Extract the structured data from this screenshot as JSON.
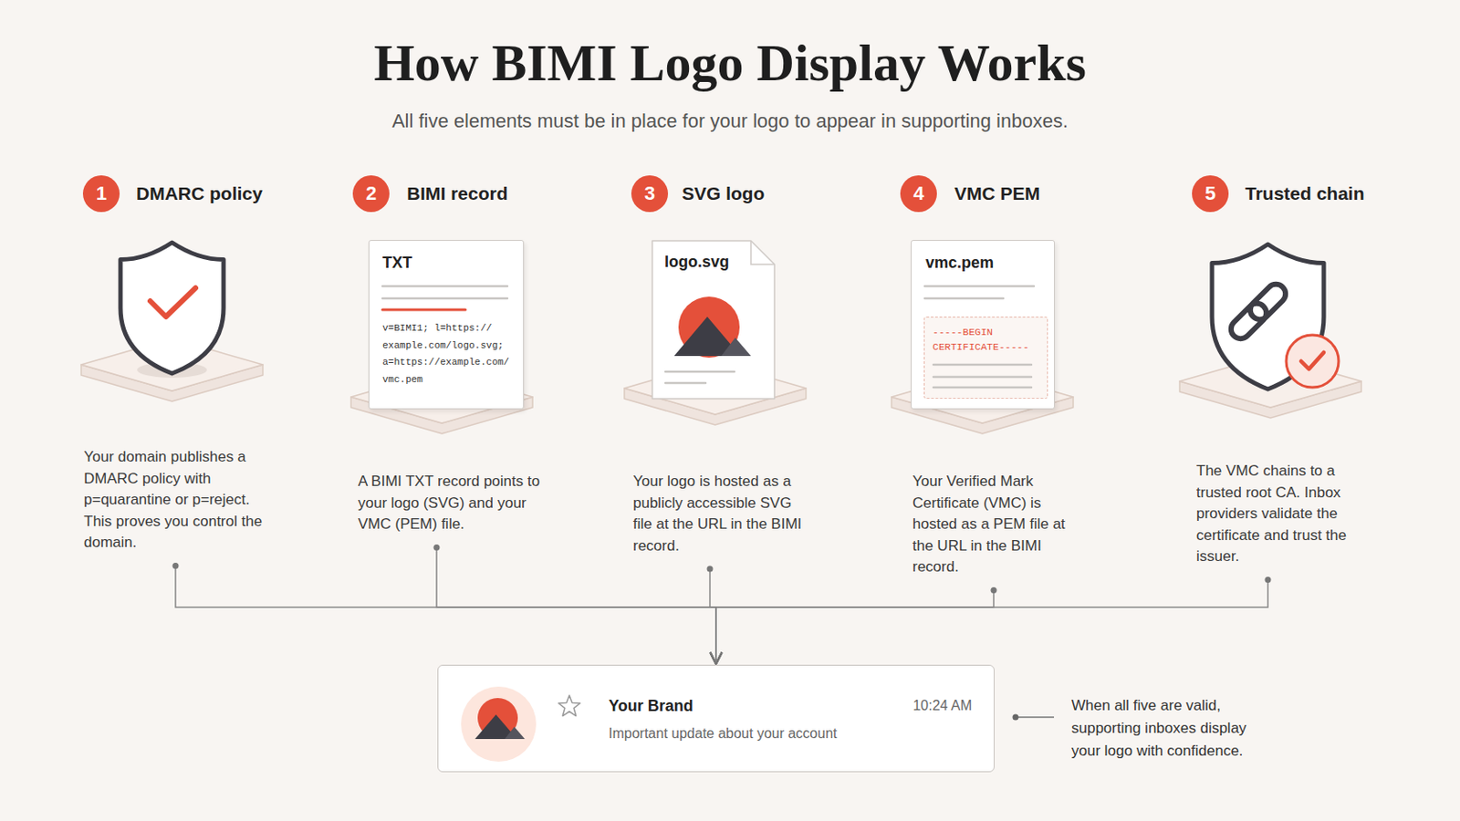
{
  "diagram": {
    "title": "How BIMI Logo Display Works",
    "nodes": [
      {
        "text": [
          "1",
          "DMARC policy",
          "Your domain publishes a DMARC policy with p=quarantine or p=reject. This proves you control the domain."
        ]
      },
      {
        "text": [
          "2",
          "BIMI record",
          "A BIMI TXT record points to your logo (SVG) and your VMC (PEM) file."
        ]
      },
      {
        "text": [
          "TXT",
          "v=BIMI1; l=https:// example.com/logo.svg; a=https://example.com/ vmc.pem"
        ],
        "in": 1
      },
      {
        "text": [
          "3",
          "SVG logo",
          "Your logo is hosted as a publicly accessible SVG file at the URL in the BIMI record."
        ]
      },
      {
        "text": [
          "logo.svg"
        ],
        "in": 3
      },
      {
        "text": [
          "4",
          "VMC PEM",
          "Your Verified Mark Certificate (VMC) is hosted as a PEM file at the URL in the BIMI record."
        ]
      },
      {
        "text": [
          "vmc.pem"
        ],
        "in": 5
      },
      {
        "text": [
          "-----BEGIN CERTIFICATE-----"
        ],
        "in": 6
      },
      {
        "text": [
          "5",
          "Trusted chain",
          "The VMC chains to a trusted root CA. Inbox providers validate the certificate and trust the issuer."
        ]
      },
      {
        "text": [
          "Your Brand",
          "Important update about your account",
          "10:24 AM"
        ]
      }
    ],
    "edges": [
      {
        "from": 0,
        "to": 9,
        "arrow": "to"
      },
      {
        "from": 1,
        "to": 9,
        "arrow": "to"
      },
      {
        "from": 3,
        "to": 9,
        "arrow": "to"
      },
      {
        "from": 5,
        "to": 9,
        "arrow": "to"
      },
      {
        "from": 8,
        "to": 9,
        "arrow": "to"
      }
    ],
    "labels": [
      "All five elements must be in place for your logo to appear in supporting inboxes.",
      "When all five are valid, supporting inboxes display your logo with confidence."
    ]
  }
}
